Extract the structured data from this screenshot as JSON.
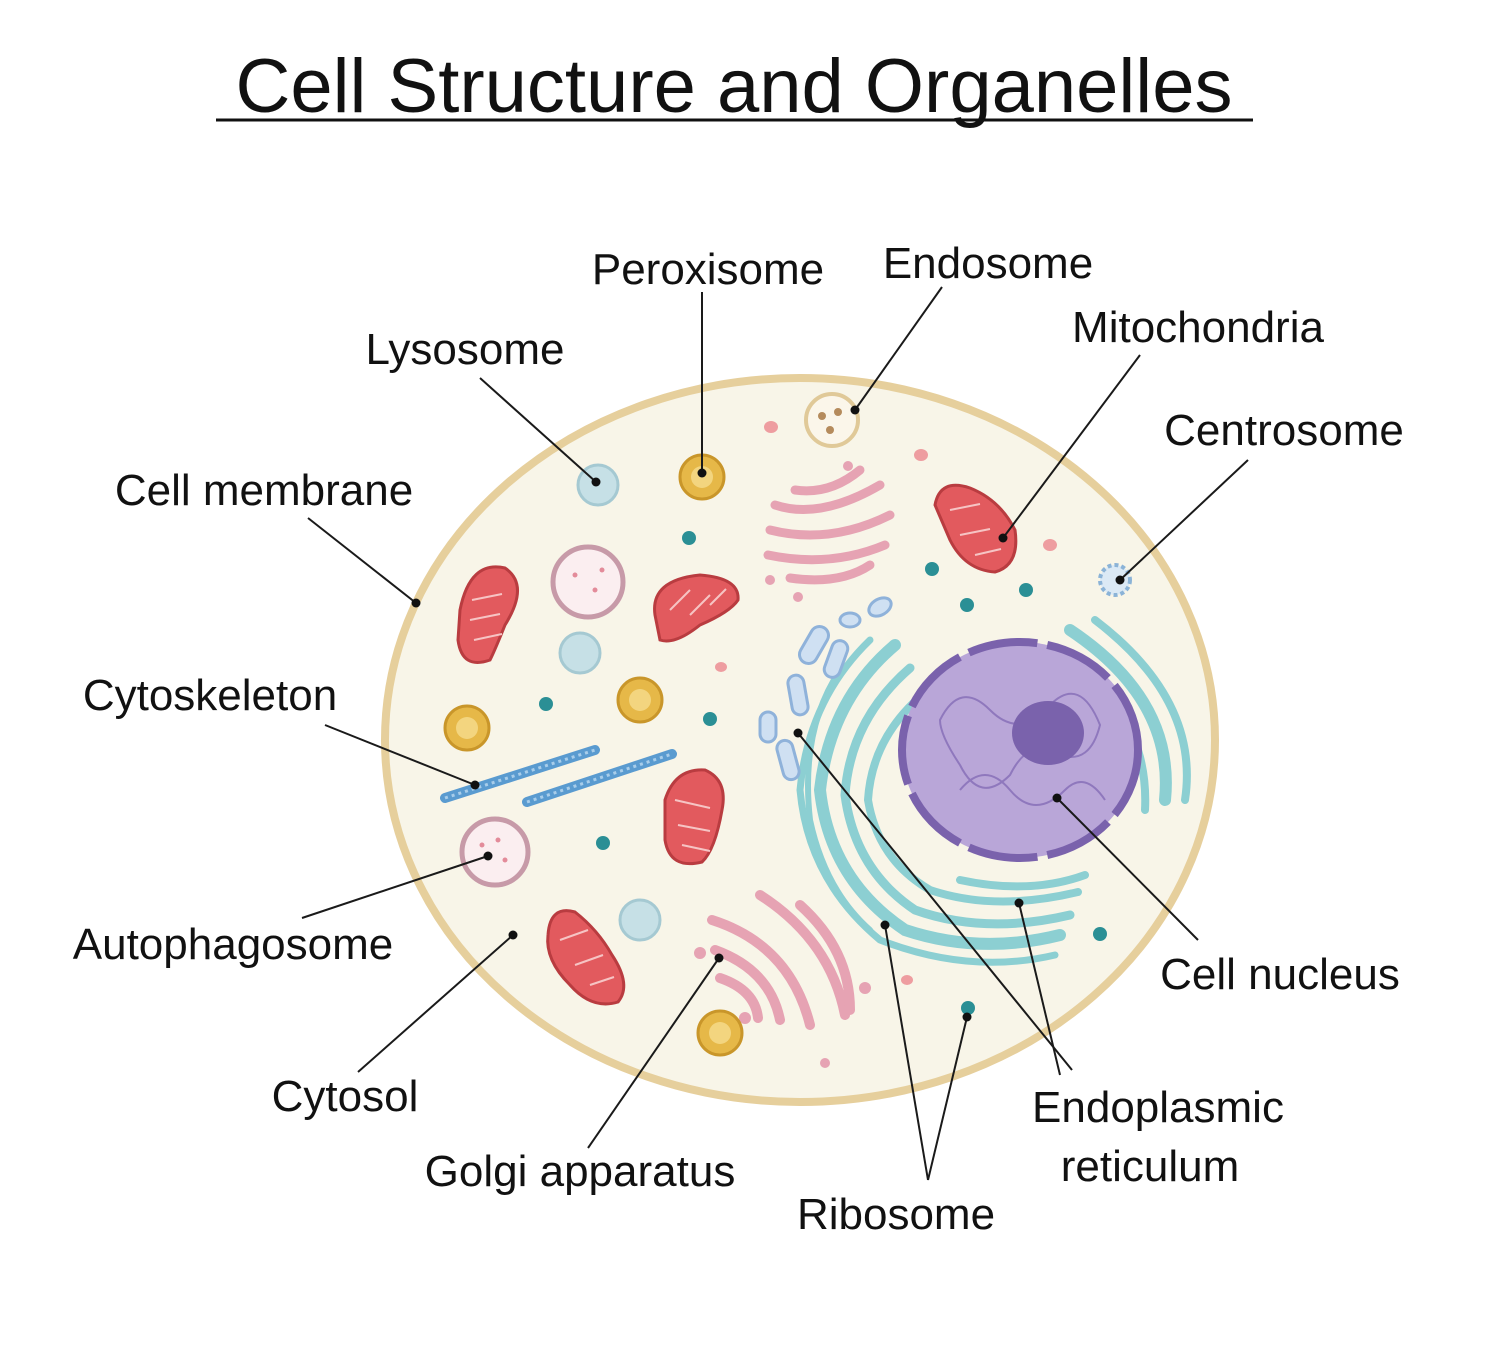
{
  "title": "Cell Structure and Organelles",
  "labels": {
    "peroxisome": "Peroxisome",
    "endosome": "Endosome",
    "mitochondria": "Mitochondria",
    "lysosome": "Lysosome",
    "centrosome": "Centrosome",
    "cell_membrane": "Cell membrane",
    "cytoskeleton": "Cytoskeleton",
    "autophagosome": "Autophagosome",
    "cell_nucleus": "Cell nucleus",
    "cytosol": "Cytosol",
    "golgi_apparatus": "Golgi apparatus",
    "endoplasmic_reticulum_line1": "Endoplasmic",
    "endoplasmic_reticulum_line2": "reticulum",
    "ribosome": "Ribosome"
  },
  "colors": {
    "cytosol": "#f8f5e8",
    "membrane": "#e6cf9c",
    "mitochondria": "#e25a5e",
    "golgi": "#e6a3b3",
    "er": "#8ccfd2",
    "nucleus": "#a48ec7",
    "nucleolus": "#7a62ac",
    "lysosome": "#c6e0e6",
    "peroxisome": "#e6b848",
    "cytoskeleton": "#5a9bd0",
    "ribosome": "#2b8f95"
  }
}
